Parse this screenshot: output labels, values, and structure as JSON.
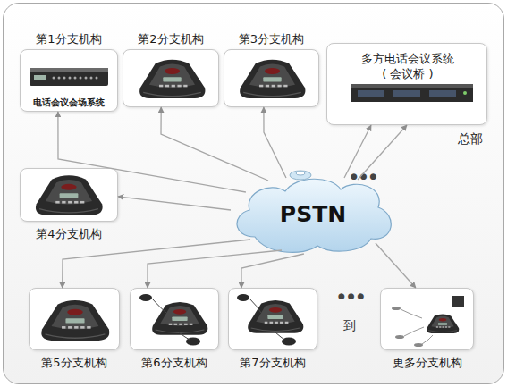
{
  "diagram": {
    "nodes": [
      {
        "text": [
          "第1分支机构",
          "电话会议会场系统"
        ]
      },
      {
        "text": [
          "第2分支机构"
        ]
      },
      {
        "text": [
          "第3分支机构"
        ]
      },
      {
        "text": [
          "多方电话会议系统 ( 会议桥 )",
          "总部"
        ]
      },
      {
        "text": [
          "第4分支机构"
        ]
      },
      {
        "text": [
          "PSTN"
        ]
      },
      {
        "text": [
          "第5分支机构"
        ]
      },
      {
        "text": [
          "第6分支机构"
        ]
      },
      {
        "text": [
          "第7分支机构"
        ]
      },
      {
        "text": [
          "更多分支机构"
        ]
      }
    ],
    "edges": [
      {
        "from": 5,
        "to": 0,
        "arrow": "to"
      },
      {
        "from": 5,
        "to": 1,
        "arrow": "to"
      },
      {
        "from": 5,
        "to": 2,
        "arrow": "to"
      },
      {
        "from": 5,
        "to": 3,
        "arrow": "to"
      },
      {
        "from": 5,
        "to": 3,
        "arrow": "to"
      },
      {
        "from": 5,
        "to": 4,
        "arrow": "to"
      },
      {
        "from": 5,
        "to": 6,
        "arrow": "to"
      },
      {
        "from": 5,
        "to": 7,
        "arrow": "to"
      },
      {
        "from": 5,
        "to": 8,
        "arrow": "to"
      },
      {
        "from": 5,
        "to": 9,
        "arrow": "to"
      }
    ],
    "labels": [
      "● ● ●",
      "● ● ●",
      "到"
    ]
  }
}
